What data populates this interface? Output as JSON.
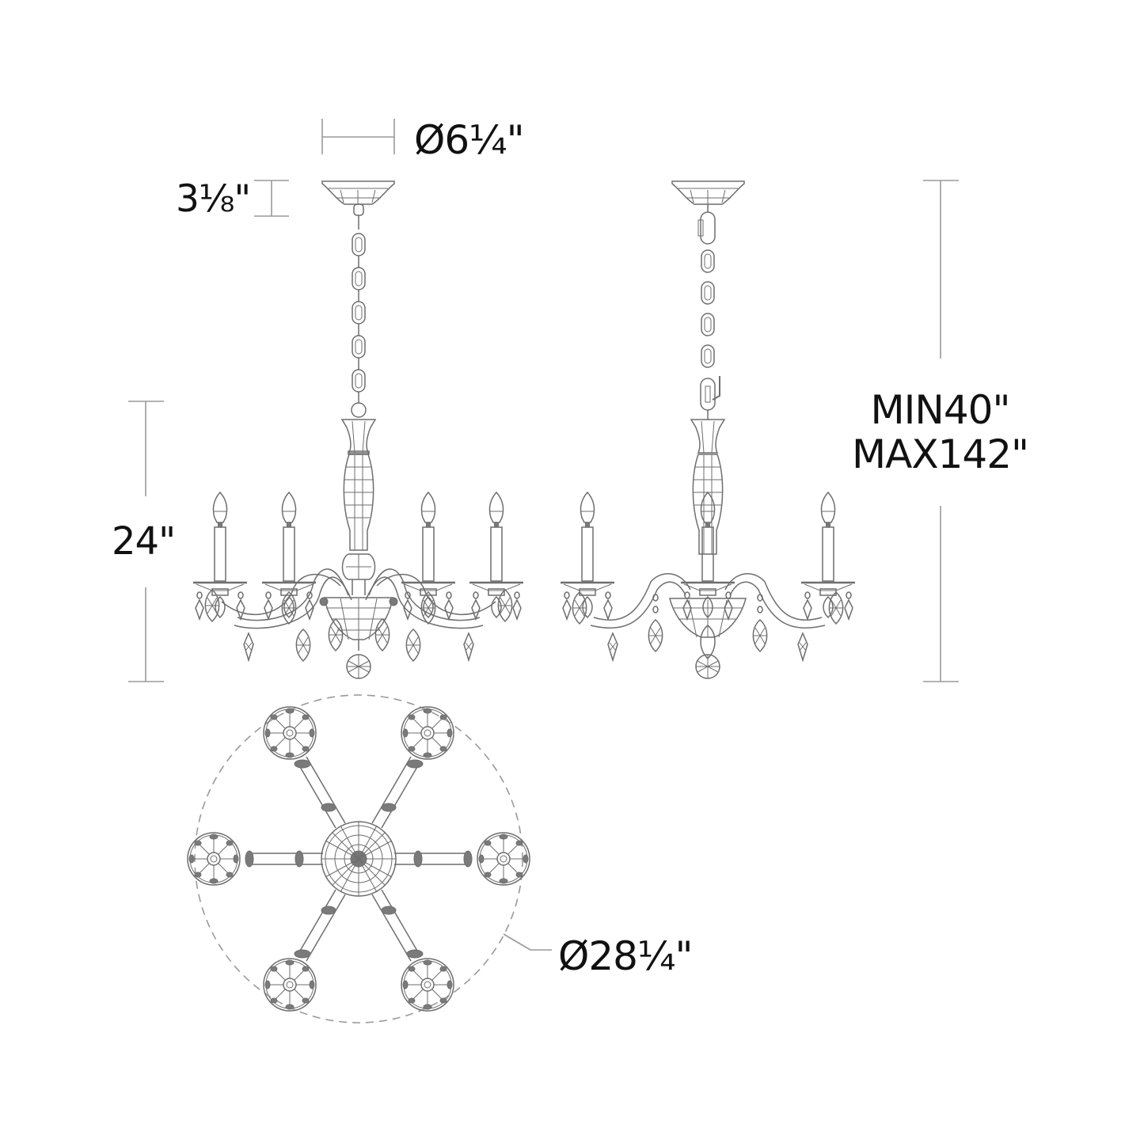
{
  "diagram": {
    "type": "product-dimension-drawing",
    "subject": "6-light crystal candle chandelier",
    "views": [
      {
        "name": "front-elevation",
        "lights_visible": 4
      },
      {
        "name": "side-elevation",
        "lights_visible": 3
      },
      {
        "name": "plan-view-from-below",
        "arms": 6
      }
    ],
    "line_color": "#6e6e6e",
    "dimension_line_color": "#9a9a9a",
    "text_color": "#111111",
    "background": "#ffffff"
  },
  "dimensions": {
    "canopy_diameter": "Ø6¼\"",
    "canopy_height": "3⅛\"",
    "body_height": "24\"",
    "overall_height_min": "MIN40\"",
    "overall_height_max": "MAX142\"",
    "spread_diameter": "Ø28¼\""
  }
}
